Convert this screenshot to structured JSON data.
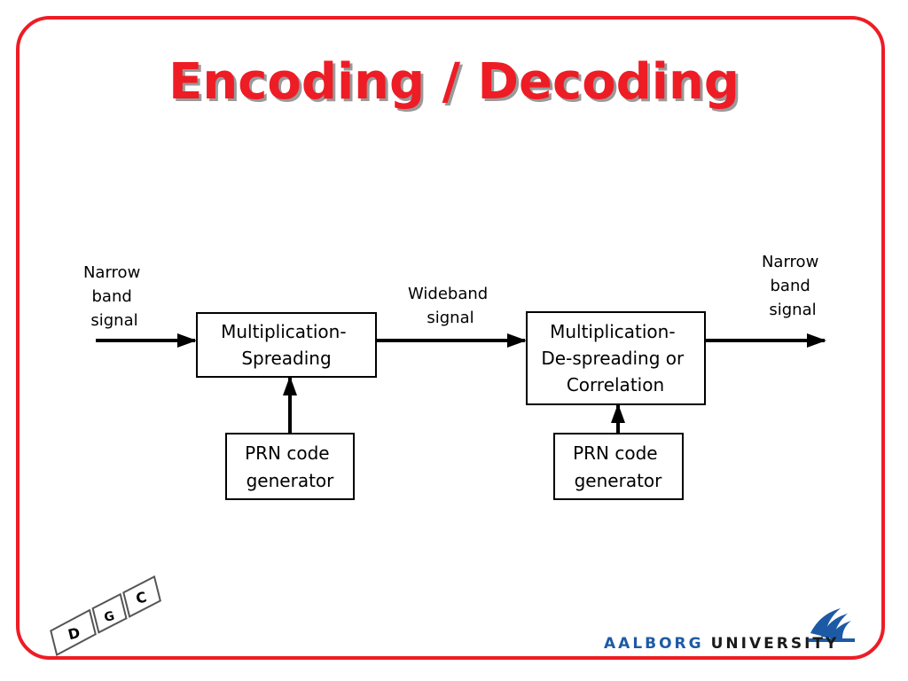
{
  "slide": {
    "title": "Encoding / Decoding"
  },
  "diagram": {
    "input_label": [
      "Narrow",
      "band",
      "signal"
    ],
    "middle_label": [
      "Wideband",
      "signal"
    ],
    "output_label": [
      "Narrow",
      "band",
      "signal"
    ],
    "spreading_box": [
      "Multiplication-",
      "Spreading"
    ],
    "despreading_box": [
      "Multiplication-",
      "De-spreading or",
      "Correlation"
    ],
    "prn_left": [
      "PRN code",
      "generator"
    ],
    "prn_right": [
      "PRN code",
      "generator"
    ]
  },
  "logos": {
    "left_logo_letters": [
      "D",
      "G",
      "C"
    ],
    "aau_word1": "AALBORG",
    "aau_word2": "UNIVERSITY"
  },
  "colors": {
    "frame": "#ee1c25",
    "title": "#ee1c25",
    "title_shadow": "#9a9a9a",
    "aau_blue": "#1d5aa6"
  }
}
